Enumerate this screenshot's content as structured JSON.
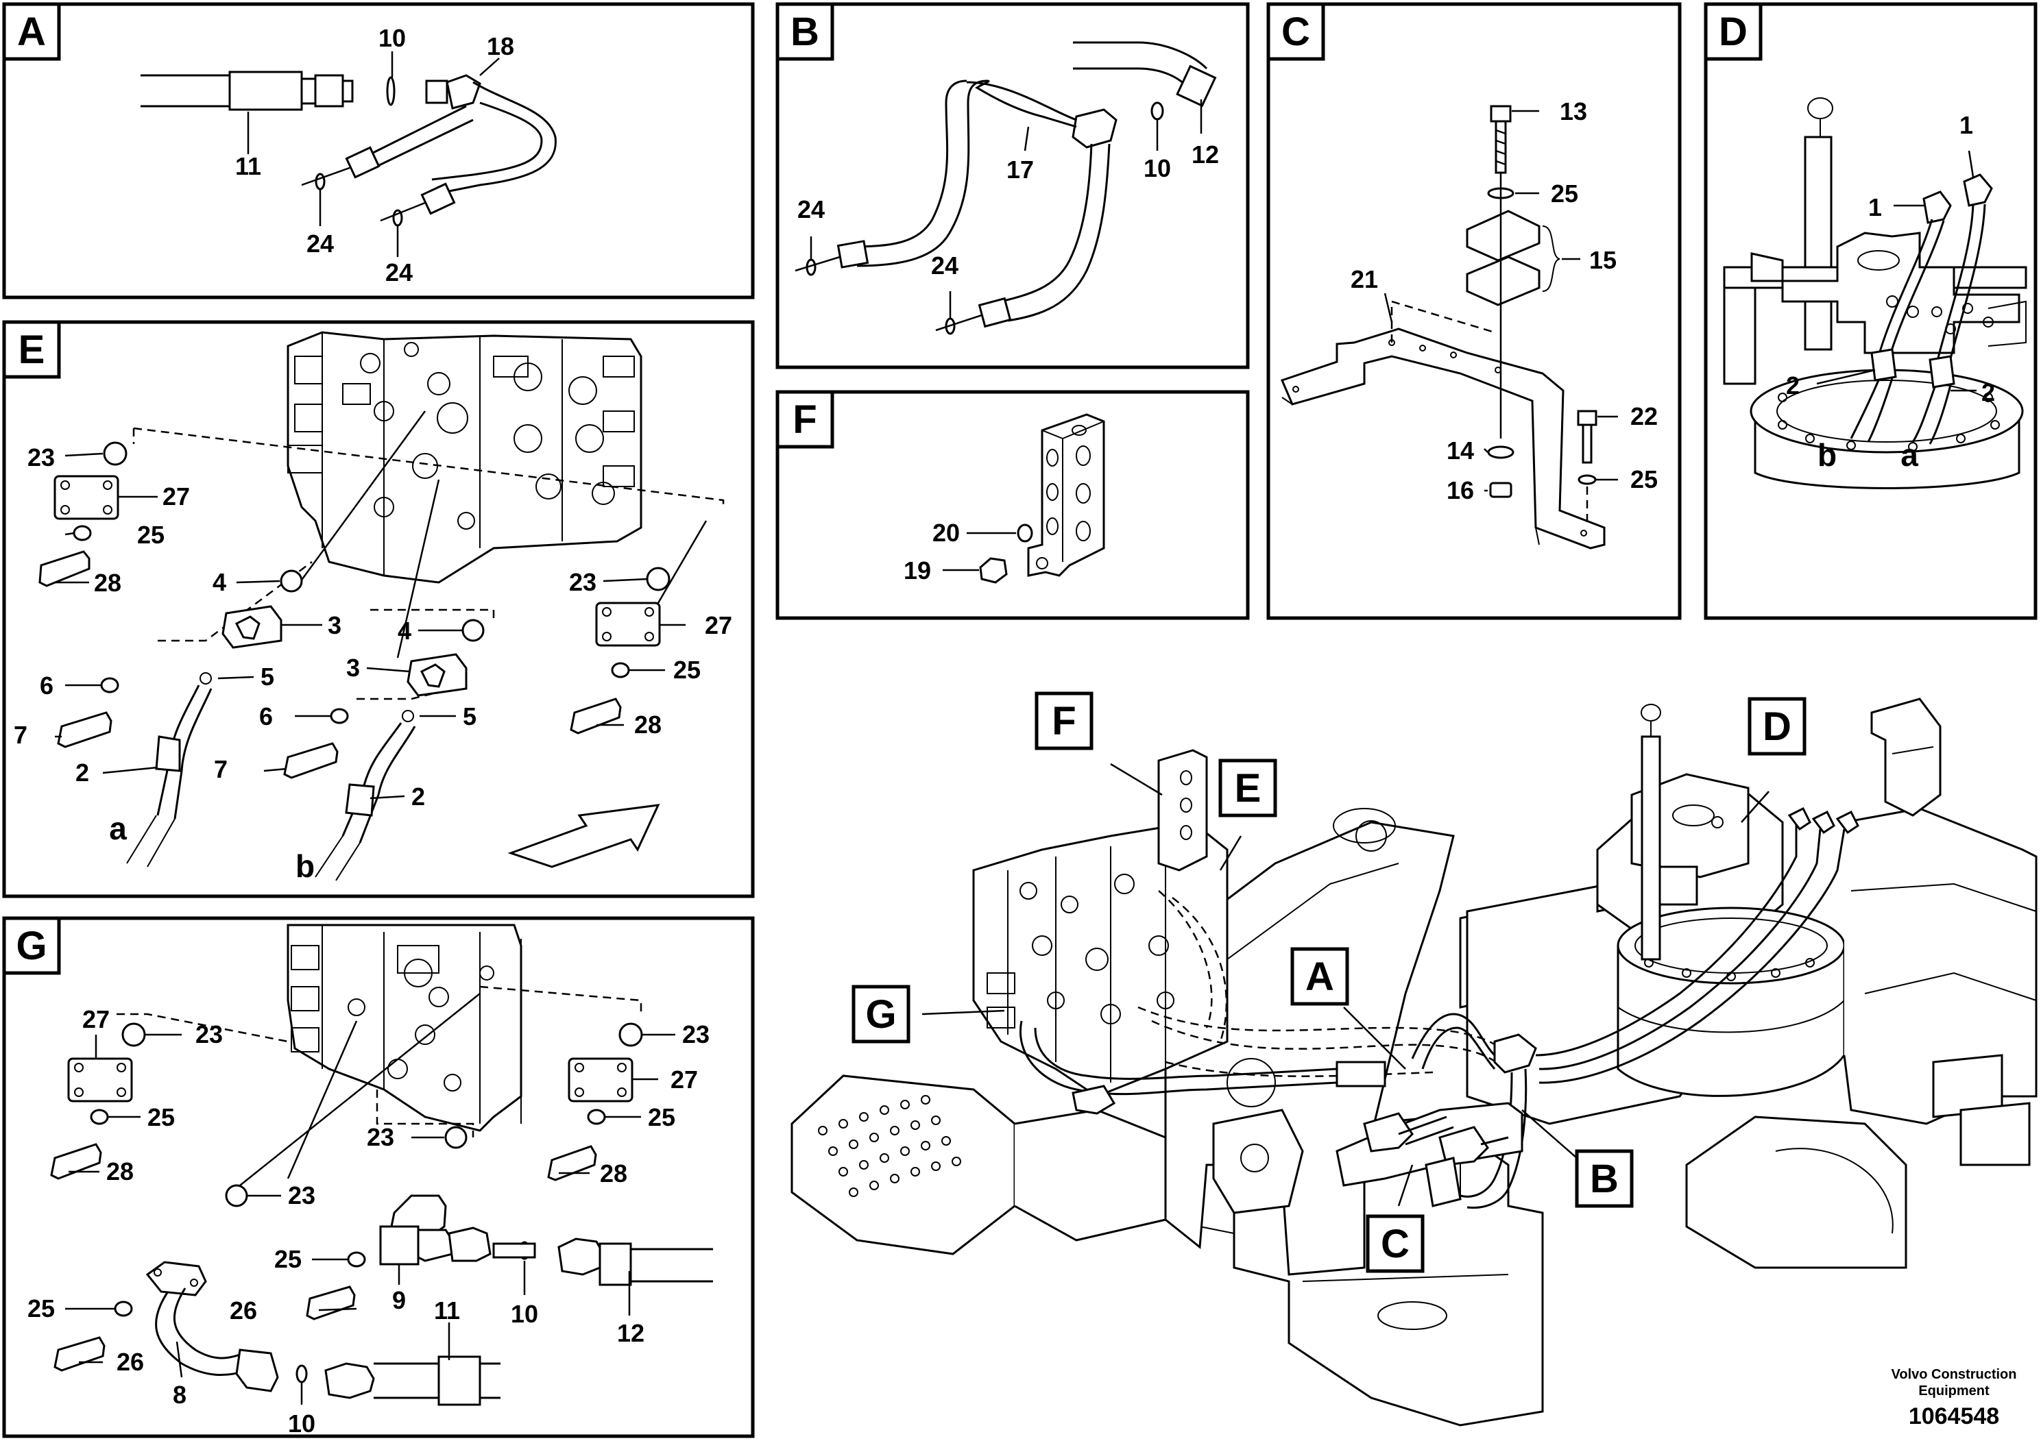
{
  "panels": {
    "A": {
      "tag": "A",
      "labels": [
        "10",
        "18",
        "11",
        "24",
        "24"
      ]
    },
    "B": {
      "tag": "B",
      "labels": [
        "17",
        "10",
        "12",
        "24",
        "24"
      ]
    },
    "C": {
      "tag": "C",
      "labels": [
        "13",
        "25",
        "15",
        "21",
        "22",
        "14",
        "16",
        "25"
      ]
    },
    "D": {
      "tag": "D",
      "labels": [
        "1",
        "1",
        "2",
        "2"
      ],
      "ports": [
        "b",
        "a"
      ]
    },
    "E": {
      "tag": "E",
      "labels": [
        "23",
        "27",
        "25",
        "28",
        "4",
        "3",
        "6",
        "5",
        "7",
        "2",
        "4",
        "3",
        "6",
        "5",
        "7",
        "2",
        "23",
        "27",
        "25",
        "28"
      ],
      "ports": [
        "a",
        "b"
      ]
    },
    "F": {
      "tag": "F",
      "labels": [
        "20",
        "19"
      ]
    },
    "G": {
      "tag": "G",
      "labels": [
        "27",
        "23",
        "25",
        "28",
        "23",
        "23",
        "25",
        "26",
        "25",
        "26",
        "9",
        "10",
        "11",
        "8",
        "10",
        "12",
        "23",
        "27",
        "25",
        "28"
      ]
    }
  },
  "overview": {
    "callouts": [
      "F",
      "E",
      "D",
      "A",
      "G",
      "B",
      "C"
    ]
  },
  "footer": {
    "brand_line1": "Volvo Construction",
    "brand_line2": "Equipment",
    "doc_number": "1064548"
  }
}
